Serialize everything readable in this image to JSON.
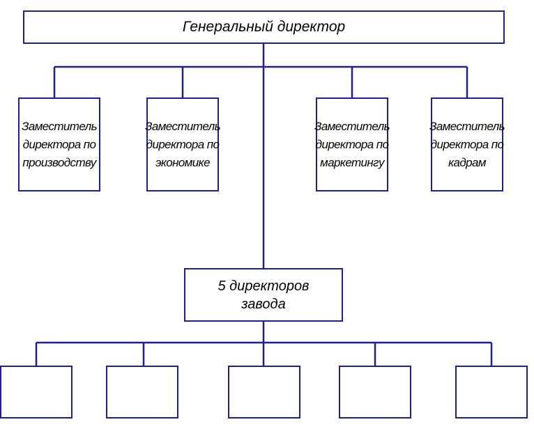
{
  "org_chart": {
    "general_director": "Генеральный директор",
    "deputies": [
      {
        "line1": "Заместитель",
        "line2": "директора по",
        "line3": "производству"
      },
      {
        "line1": "Заместитель",
        "line2": "директора по",
        "line3": "экономике"
      },
      {
        "line1": "Заместитель",
        "line2": "директора по",
        "line3": "маркетингу"
      },
      {
        "line1": "Заместитель",
        "line2": "директора по",
        "line3": "кадрам"
      }
    ],
    "factory_directors": {
      "line1": "5 директоров",
      "line2": "завода"
    },
    "plants": [
      "",
      "",
      "",
      "",
      ""
    ],
    "colors": {
      "line": "#1e1e96",
      "box_border": "#1e1e96",
      "text": "#000000"
    }
  }
}
